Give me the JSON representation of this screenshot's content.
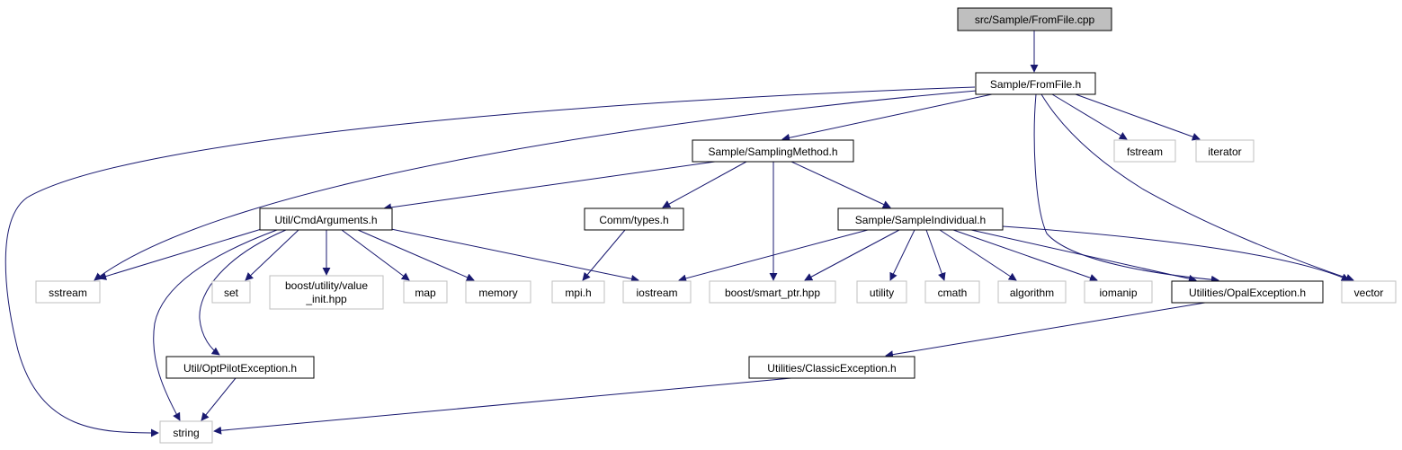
{
  "diagram": {
    "colors": {
      "edge": "#191970",
      "root_fill": "#bfbfbf",
      "main_stroke": "#000000",
      "external_stroke": "#bfbfbf",
      "fill": "#ffffff"
    },
    "nodes": {
      "root": {
        "label": "src/Sample/FromFile.cpp"
      },
      "fromfile_h": {
        "label": "Sample/FromFile.h"
      },
      "samplingmethod_h": {
        "label": "Sample/SamplingMethod.h"
      },
      "fstream": {
        "label": "fstream"
      },
      "iterator": {
        "label": "iterator"
      },
      "cmdarguments_h": {
        "label": "Util/CmdArguments.h"
      },
      "comm_types_h": {
        "label": "Comm/types.h"
      },
      "sampleindividual_h": {
        "label": "Sample/SampleIndividual.h"
      },
      "sstream": {
        "label": "sstream"
      },
      "set": {
        "label": "set"
      },
      "value_init_hpp": {
        "label_line1": "boost/utility/value",
        "label_line2": "_init.hpp"
      },
      "map": {
        "label": "map"
      },
      "memory": {
        "label": "memory"
      },
      "mpi_h": {
        "label": "mpi.h"
      },
      "iostream": {
        "label": "iostream"
      },
      "smart_ptr_hpp": {
        "label": "boost/smart_ptr.hpp"
      },
      "utility": {
        "label": "utility"
      },
      "cmath": {
        "label": "cmath"
      },
      "algorithm": {
        "label": "algorithm"
      },
      "iomanip": {
        "label": "iomanip"
      },
      "opalexception_h": {
        "label": "Utilities/OpalException.h"
      },
      "vector": {
        "label": "vector"
      },
      "optpilotexception_h": {
        "label": "Util/OptPilotException.h"
      },
      "classicexception_h": {
        "label": "Utilities/ClassicException.h"
      },
      "string": {
        "label": "string"
      }
    },
    "edges": [
      {
        "from": "root",
        "to": "fromfile_h"
      },
      {
        "from": "fromfile_h",
        "to": "samplingmethod_h"
      },
      {
        "from": "fromfile_h",
        "to": "fstream"
      },
      {
        "from": "fromfile_h",
        "to": "iterator"
      },
      {
        "from": "fromfile_h",
        "to": "sstream"
      },
      {
        "from": "fromfile_h",
        "to": "string"
      },
      {
        "from": "fromfile_h",
        "to": "opalexception_h"
      },
      {
        "from": "fromfile_h",
        "to": "vector"
      },
      {
        "from": "samplingmethod_h",
        "to": "cmdarguments_h"
      },
      {
        "from": "samplingmethod_h",
        "to": "comm_types_h"
      },
      {
        "from": "samplingmethod_h",
        "to": "smart_ptr_hpp"
      },
      {
        "from": "samplingmethod_h",
        "to": "sampleindividual_h"
      },
      {
        "from": "cmdarguments_h",
        "to": "sstream"
      },
      {
        "from": "cmdarguments_h",
        "to": "set"
      },
      {
        "from": "cmdarguments_h",
        "to": "value_init_hpp"
      },
      {
        "from": "cmdarguments_h",
        "to": "map"
      },
      {
        "from": "cmdarguments_h",
        "to": "memory"
      },
      {
        "from": "cmdarguments_h",
        "to": "iostream"
      },
      {
        "from": "cmdarguments_h",
        "to": "optpilotexception_h"
      },
      {
        "from": "cmdarguments_h",
        "to": "string"
      },
      {
        "from": "comm_types_h",
        "to": "mpi_h"
      },
      {
        "from": "sampleindividual_h",
        "to": "iostream"
      },
      {
        "from": "sampleindividual_h",
        "to": "smart_ptr_hpp"
      },
      {
        "from": "sampleindividual_h",
        "to": "utility"
      },
      {
        "from": "sampleindividual_h",
        "to": "cmath"
      },
      {
        "from": "sampleindividual_h",
        "to": "algorithm"
      },
      {
        "from": "sampleindividual_h",
        "to": "iomanip"
      },
      {
        "from": "sampleindividual_h",
        "to": "opalexception_h"
      },
      {
        "from": "sampleindividual_h",
        "to": "vector"
      },
      {
        "from": "opalexception_h",
        "to": "classicexception_h"
      },
      {
        "from": "optpilotexception_h",
        "to": "string"
      },
      {
        "from": "classicexception_h",
        "to": "string"
      }
    ]
  }
}
